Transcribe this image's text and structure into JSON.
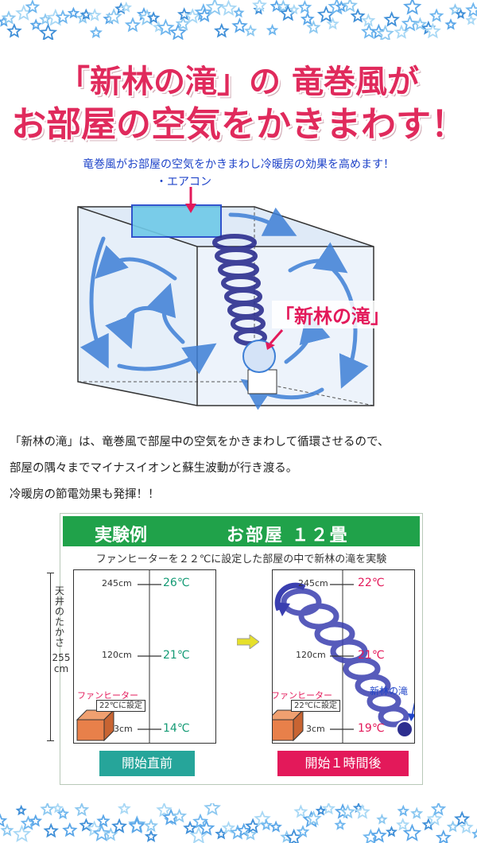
{
  "headline": {
    "line1": "「新林の滝」の 竜巻風が",
    "line2": "お部屋の空気をかきまわす！"
  },
  "subtitle": "竜巻風がお部屋の空気をかきまわし冷暖房の効果を高めます！",
  "diagram": {
    "aircon_label": "・エアコン",
    "product_label": "「新林の滝」"
  },
  "description": {
    "line1": "「新林の滝」は、竜巻風で部屋中の空気をかきまわして循環させるので、",
    "line2": "部屋の隅々までマイナスイオンと蘇生波動が行き渡る。",
    "line3": "冷暖房の節電効果も発揮！！"
  },
  "experiment": {
    "title": "実験例",
    "room": "お部屋 １２畳",
    "desc": "ファンヒーターを２２℃に設定した部屋の中で新林の滝を実験",
    "axis_label": "天井のたかさ",
    "total_height": "255",
    "total_height_unit": "cm",
    "heater_label": "ファンヒーター",
    "heater_setting": "22℃に設定",
    "product_small": "新林の滝",
    "heights": [
      "245cm",
      "120cm",
      "3cm"
    ],
    "before": {
      "temps": [
        "26℃",
        "21℃",
        "14℃"
      ],
      "status": "開始直前"
    },
    "after": {
      "temps": [
        "22℃",
        "21℃",
        "19℃"
      ],
      "status": "開始１時間後"
    }
  },
  "colors": {
    "headline": "#e02a5c",
    "blue_text": "#1f44c9",
    "header_green": "#20a24a",
    "status_teal": "#26a59a",
    "status_pink": "#e3195a",
    "temp_green": "#139a74"
  }
}
